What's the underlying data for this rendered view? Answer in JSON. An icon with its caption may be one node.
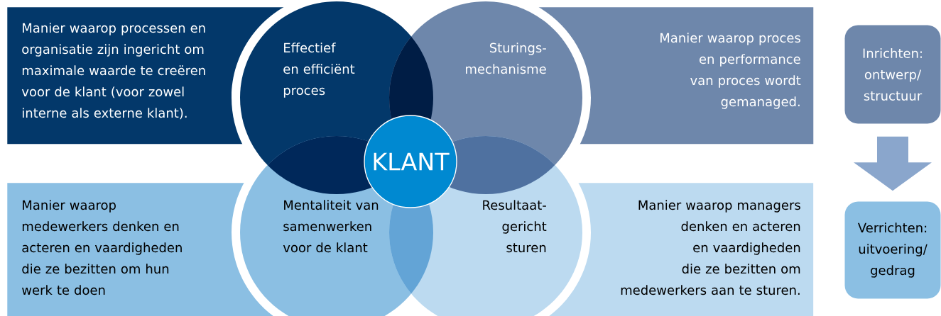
{
  "diagram": {
    "nodes": [
      {
        "text": [
          "Manier waarop processen en organisatie zijn ingericht om maximale waarde te creëren voor de klant (voor zowel interne als externe klant)."
        ]
      },
      {
        "text": [
          "Manier waarop proces en performance van proces wordt gemanaged."
        ]
      },
      {
        "text": [
          "Manier waarop medewerkers denken en acteren en vaardigheden die ze bezitten om hun werk te doen"
        ]
      },
      {
        "text": [
          "Manier waarop managers denken en acteren en vaardigheden die ze bezitten om medewerkers aan te sturen."
        ]
      },
      {
        "text": [
          "Effectief en efficiënt proces"
        ]
      },
      {
        "text": [
          "Sturings- mechanisme"
        ]
      },
      {
        "text": [
          "Mentaliteit van samenwerken voor de klant"
        ]
      },
      {
        "text": [
          "Resultaat- gericht sturen"
        ]
      },
      {
        "text": [
          "KLANT"
        ]
      },
      {
        "text": [
          "Inrichten: ontwerp/ structuur"
        ]
      },
      {
        "text": [
          "Verrichten: uitvoering/ gedrag"
        ]
      }
    ],
    "edges": [
      {
        "from": 9,
        "to": 10,
        "arrow": "to",
        "style": "thick"
      }
    ]
  }
}
